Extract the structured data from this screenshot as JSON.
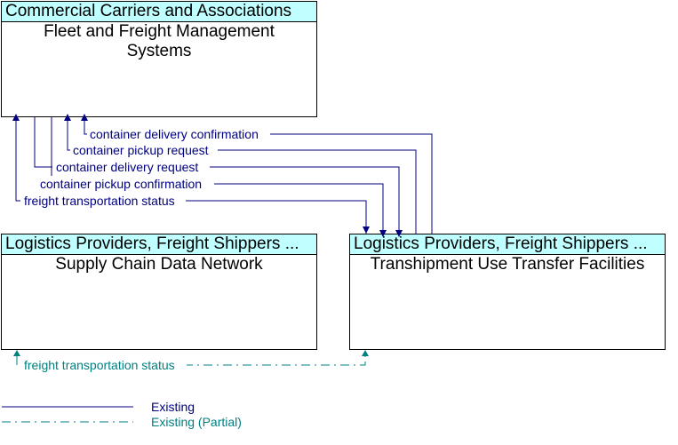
{
  "colors": {
    "existing": "#000080",
    "partial": "#008080",
    "header_fill": "#c0ffff"
  },
  "nodes": {
    "fleet": {
      "header": "Commercial Carriers and Associations",
      "body": "Fleet and Freight Management Systems"
    },
    "supply": {
      "header": "Logistics Providers, Freight Shippers ...",
      "body": "Supply Chain Data Network"
    },
    "tranship": {
      "header": "Logistics Providers, Freight Shippers ...",
      "body": "Transhipment Use Transfer Facilities"
    }
  },
  "flows": {
    "container_delivery_confirmation": "container delivery confirmation",
    "container_pickup_request": "container pickup request",
    "container_delivery_request": "container delivery request",
    "container_pickup_confirmation": "container pickup confirmation",
    "freight_transportation_status": "freight transportation status",
    "freight_transportation_status_partial": "freight transportation status"
  },
  "legend": {
    "existing": "Existing",
    "partial": "Existing (Partial)"
  }
}
